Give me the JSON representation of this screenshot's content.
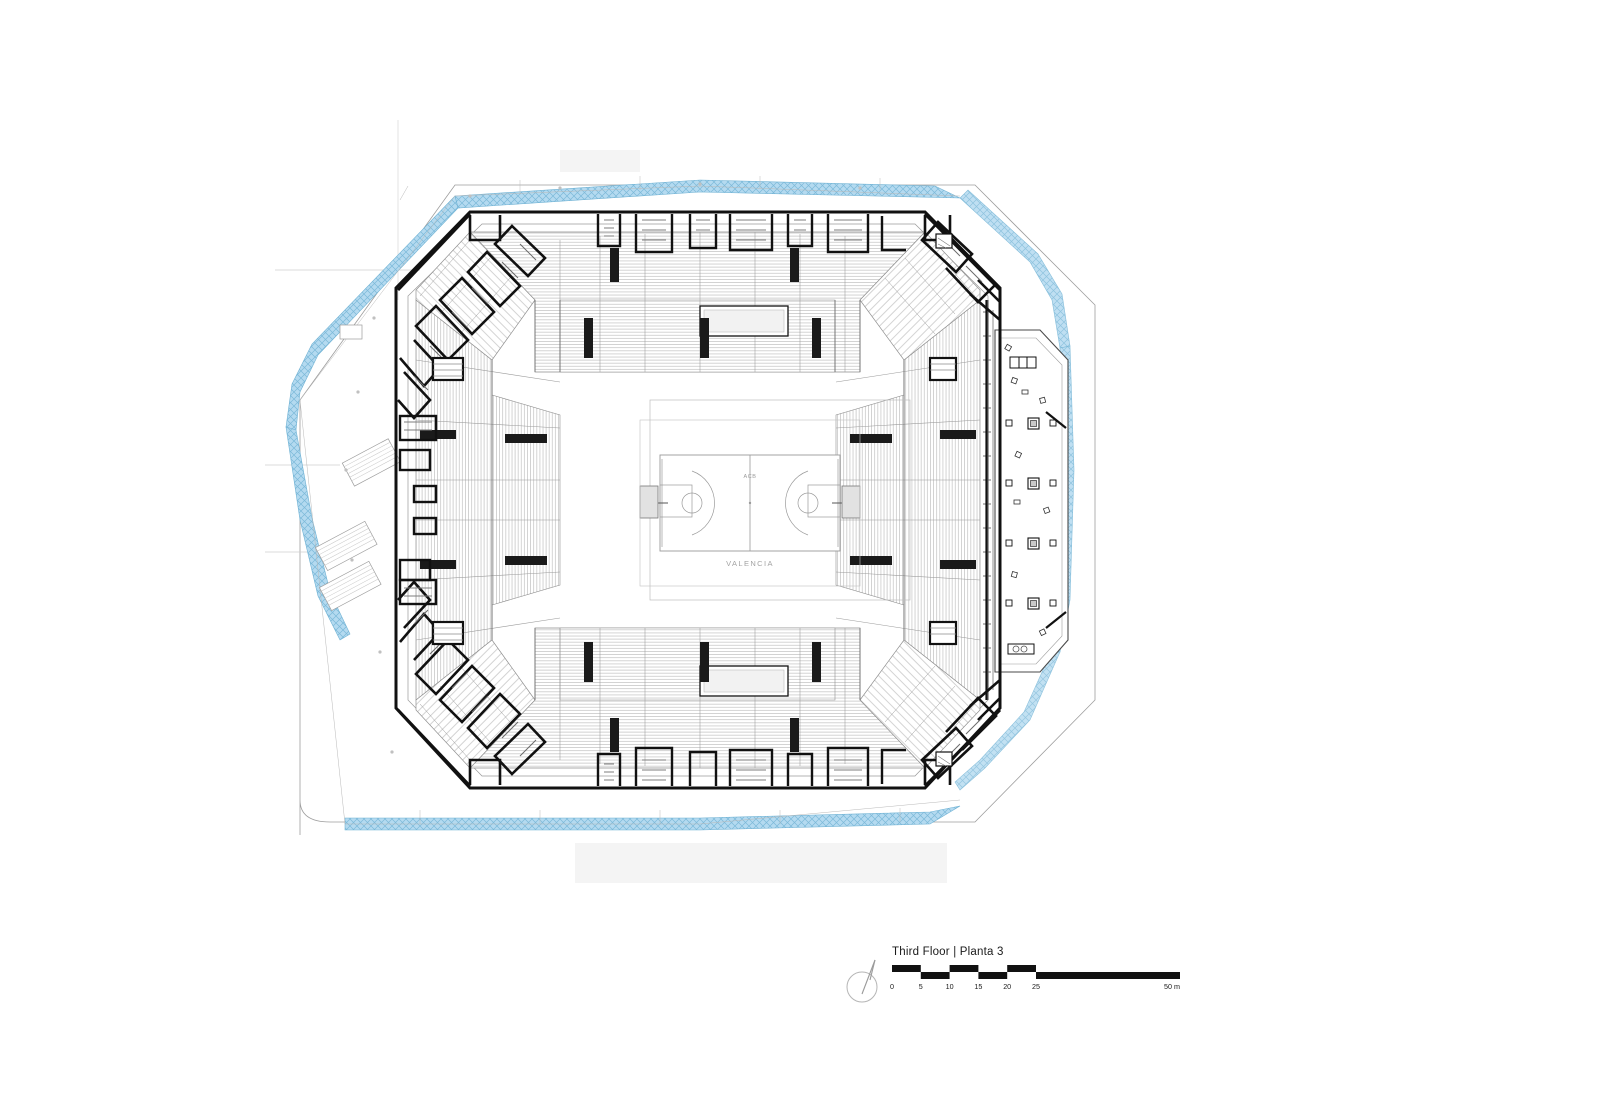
{
  "sheet": {
    "background_color": "#ffffff",
    "drawing_type": "architectural-floor-plan",
    "subject": "Basketball arena floor plan"
  },
  "legend": {
    "title": "Third Floor | Planta 3",
    "compass_icon": "north-arrow-icon",
    "scale_bar": {
      "unit_label": "50 m",
      "ticks": [
        {
          "label": "0",
          "pos_pct": 0
        },
        {
          "label": "5",
          "pos_pct": 10
        },
        {
          "label": "10",
          "pos_pct": 20
        },
        {
          "label": "15",
          "pos_pct": 30
        },
        {
          "label": "20",
          "pos_pct": 40
        },
        {
          "label": "25",
          "pos_pct": 50
        }
      ],
      "min": 0,
      "max": 50
    }
  },
  "plan": {
    "court": {
      "league_mark": "ACB",
      "team_mark": "VALENCIA"
    },
    "colors": {
      "structure_black": "#111111",
      "seating_gray": "#8d8d8d",
      "thin_line_gray": "#b9b9b9",
      "hatch_blue": "#a9d5ec",
      "hatch_blue_line": "#7cb9d9",
      "ground_shadow": "#f3f3f3",
      "court_line": "#9a9a9a"
    },
    "elements": {
      "seating_bowl": "upper-tier-seating-bowl",
      "concourse_east": "east-concourse-terrace",
      "landscape_band": "planted-canopy-band",
      "scoreboard_north": "north-scoreboard-block",
      "scoreboard_south": "south-scoreboard-block"
    }
  }
}
